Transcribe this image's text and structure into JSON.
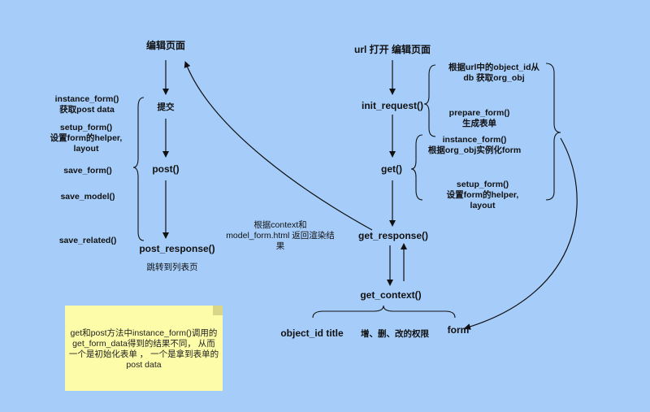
{
  "left": {
    "edit_page": "编辑页面",
    "submit": "提交",
    "post": "post()",
    "post_response": "post_response()",
    "redirect": "跳转到列表页",
    "instance_form": [
      "instance_form()",
      "获取post data"
    ],
    "setup_form": [
      "setup_form()",
      "设置form的helper,",
      "layout"
    ],
    "save_form": "save_form()",
    "save_model": "save_model()",
    "save_related": "save_related()"
  },
  "right": {
    "url_open": "url 打开 编辑页面",
    "init_request": "init_request()",
    "get": "get()",
    "get_response": "get_response()",
    "get_context": "get_context()",
    "object_id_note": [
      "根据url中的object_id从",
      "db 获取org_obj"
    ],
    "prepare_form": [
      "prepare_form()",
      "生成表单"
    ],
    "instance_form": [
      "instance_form()",
      "根据org_obj实例化form"
    ],
    "setup_form": [
      "setup_form()",
      "设置form的helper,",
      "layout"
    ],
    "object_id_title": "object_id  title",
    "permissions": "增、删、改的权限",
    "form": "form"
  },
  "middle_note": [
    "根据context和",
    "model_form.html 返回渲染结",
    "果"
  ],
  "sticky_note": "get和post方法中instance_form()调用的get_form_data得到的结果不同， 从而一个是初始化表单 ， 一个是拿到表单的post data",
  "colors": {
    "background": "#a6cdfa",
    "sticky": "#fdfca8",
    "ink": "#111111"
  }
}
